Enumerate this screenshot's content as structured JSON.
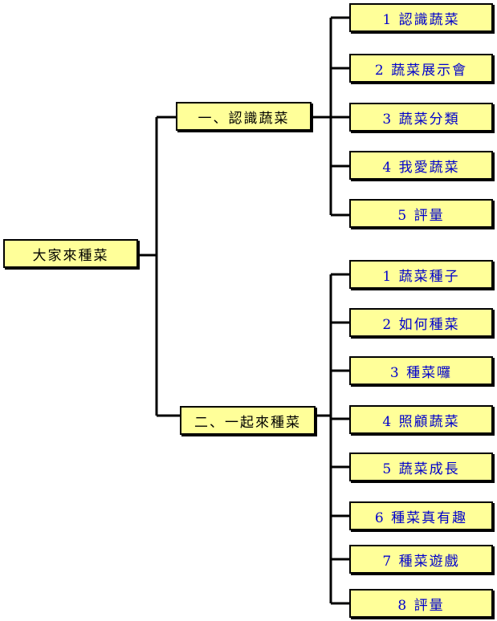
{
  "root": {
    "label": "大家來種菜"
  },
  "branches": [
    {
      "label": "一、認識蔬菜",
      "children": [
        "1 認識蔬菜",
        "2 蔬菜展示會",
        "3 蔬菜分類",
        "4 我愛蔬菜",
        "5 評量"
      ]
    },
    {
      "label": "二、一起來種菜",
      "children": [
        "1 蔬菜種子",
        "2 如何種菜",
        "3 種菜囉",
        "4 照顧蔬菜",
        "5 蔬菜成長",
        "6 種菜真有趣",
        "7 種菜遊戲",
        "8 評量"
      ]
    }
  ],
  "colors": {
    "box_fill": "#ffff99",
    "border": "#000000",
    "root_text": "#000000",
    "branch_text": "#000000",
    "leaf_text": "#0000cc"
  }
}
